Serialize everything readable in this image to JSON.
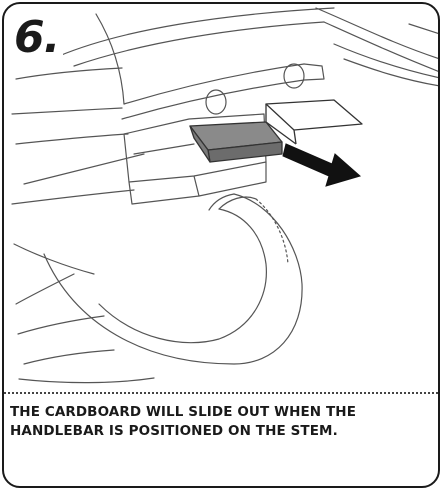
{
  "step": {
    "number": "6.",
    "caption": "THE CARDBOARD WILL SLIDE OUT WHEN THE\nHANDLEBAR IS POSITIONED ON THE STEM."
  },
  "illustration": {
    "subject": "handlebar-stem-cardboard",
    "arrow_direction": "right",
    "cardboard_fill": "#8a8a8a",
    "arrow_color": "#111111",
    "line_color": "#555555"
  }
}
